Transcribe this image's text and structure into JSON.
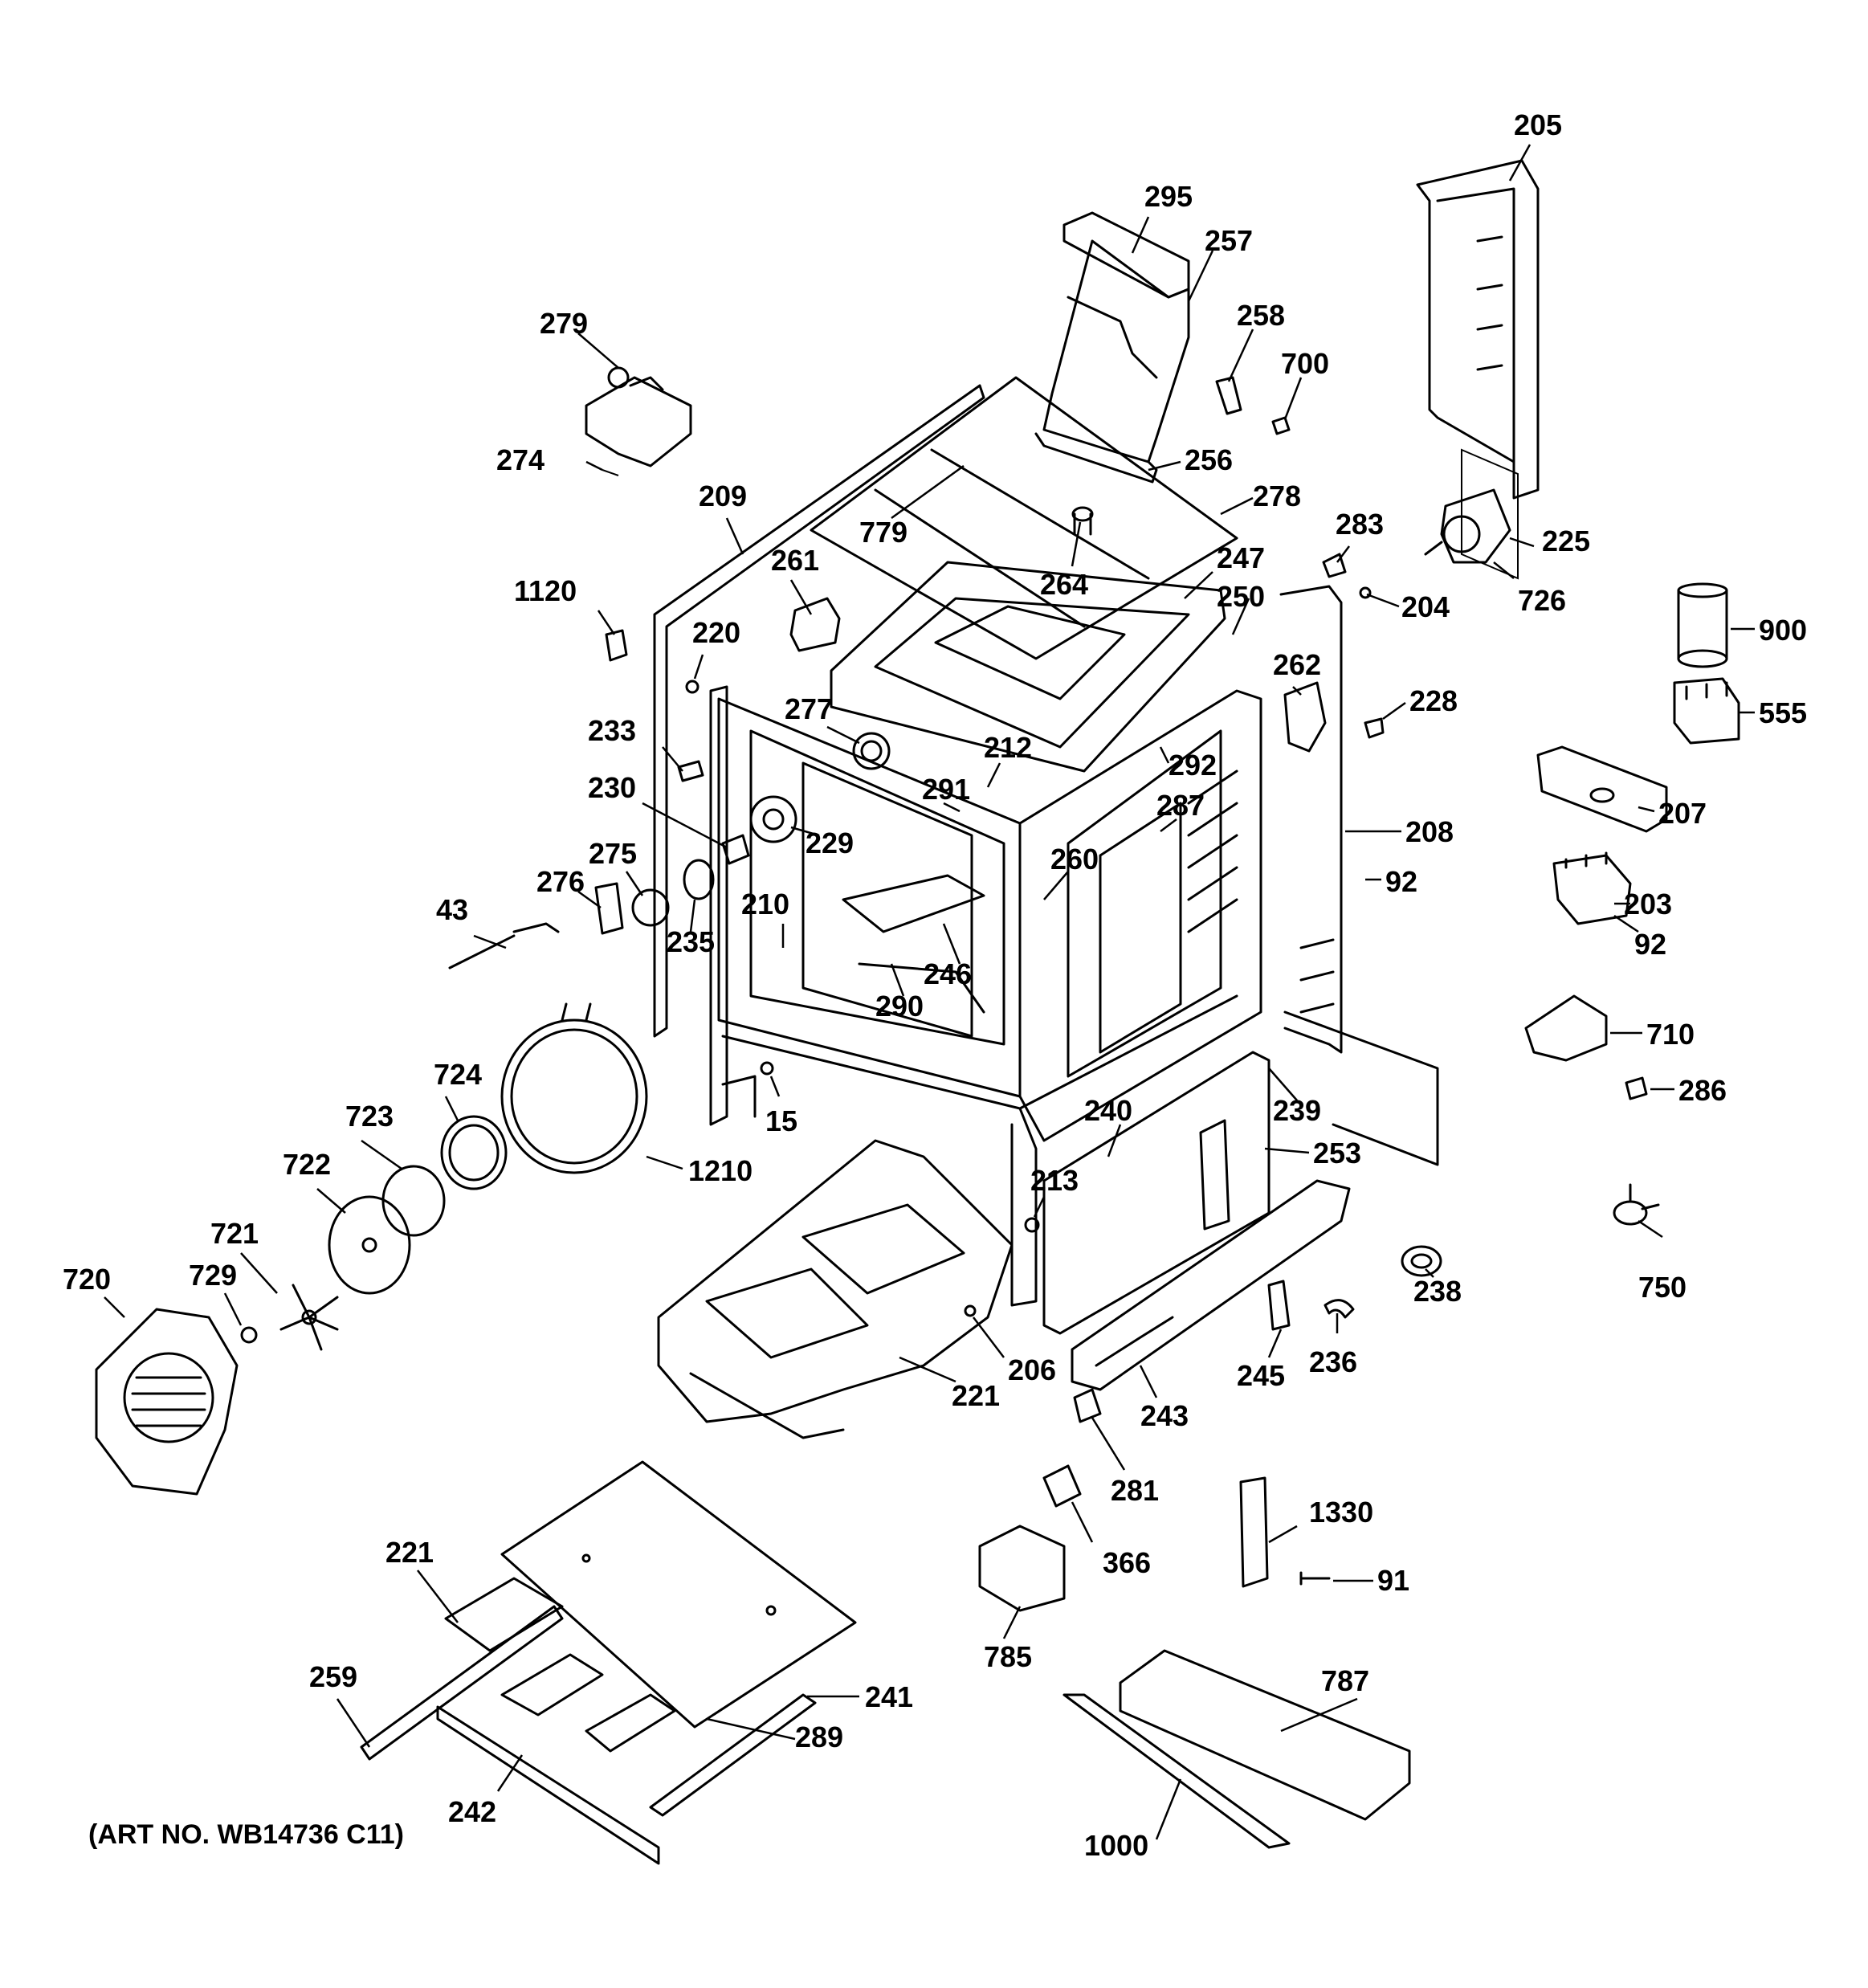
{
  "diagram": {
    "art_number": "(ART NO. WB14736 C11)",
    "callouts": [
      {
        "id": "c205",
        "label": "205"
      },
      {
        "id": "c295",
        "label": "295"
      },
      {
        "id": "c257",
        "label": "257"
      },
      {
        "id": "c258",
        "label": "258"
      },
      {
        "id": "c700",
        "label": "700"
      },
      {
        "id": "c279",
        "label": "279"
      },
      {
        "id": "c274",
        "label": "274"
      },
      {
        "id": "c209",
        "label": "209"
      },
      {
        "id": "c256",
        "label": "256"
      },
      {
        "id": "c278",
        "label": "278"
      },
      {
        "id": "c779",
        "label": "779"
      },
      {
        "id": "c264",
        "label": "264"
      },
      {
        "id": "c283",
        "label": "283"
      },
      {
        "id": "c225",
        "label": "225"
      },
      {
        "id": "c261",
        "label": "261"
      },
      {
        "id": "c247",
        "label": "247"
      },
      {
        "id": "c250",
        "label": "250"
      },
      {
        "id": "c204",
        "label": "204"
      },
      {
        "id": "c726",
        "label": "726"
      },
      {
        "id": "c900",
        "label": "900"
      },
      {
        "id": "c1120",
        "label": "1120"
      },
      {
        "id": "c220",
        "label": "220"
      },
      {
        "id": "c262",
        "label": "262"
      },
      {
        "id": "c228",
        "label": "228"
      },
      {
        "id": "c555",
        "label": "555"
      },
      {
        "id": "c277",
        "label": "277"
      },
      {
        "id": "c212",
        "label": "212"
      },
      {
        "id": "c292",
        "label": "292"
      },
      {
        "id": "c233",
        "label": "233"
      },
      {
        "id": "c291",
        "label": "291"
      },
      {
        "id": "c287",
        "label": "287"
      },
      {
        "id": "c207",
        "label": "207"
      },
      {
        "id": "c230",
        "label": "230"
      },
      {
        "id": "c229",
        "label": "229"
      },
      {
        "id": "c208",
        "label": "208"
      },
      {
        "id": "c260",
        "label": "260"
      },
      {
        "id": "c275",
        "label": "275"
      },
      {
        "id": "c276",
        "label": "276"
      },
      {
        "id": "c92a",
        "label": "92"
      },
      {
        "id": "c43",
        "label": "43"
      },
      {
        "id": "c210",
        "label": "210"
      },
      {
        "id": "c203",
        "label": "203"
      },
      {
        "id": "c235",
        "label": "235"
      },
      {
        "id": "c246",
        "label": "246"
      },
      {
        "id": "c92b",
        "label": "92"
      },
      {
        "id": "c290",
        "label": "290"
      },
      {
        "id": "c710",
        "label": "710"
      },
      {
        "id": "c724",
        "label": "724"
      },
      {
        "id": "c286",
        "label": "286"
      },
      {
        "id": "c723",
        "label": "723"
      },
      {
        "id": "c15",
        "label": "15"
      },
      {
        "id": "c240",
        "label": "240"
      },
      {
        "id": "c239",
        "label": "239"
      },
      {
        "id": "c722",
        "label": "722"
      },
      {
        "id": "c253",
        "label": "253"
      },
      {
        "id": "c1210",
        "label": "1210"
      },
      {
        "id": "c213",
        "label": "213"
      },
      {
        "id": "c721",
        "label": "721"
      },
      {
        "id": "c720",
        "label": "720"
      },
      {
        "id": "c729",
        "label": "729"
      },
      {
        "id": "c750",
        "label": "750"
      },
      {
        "id": "c238",
        "label": "238"
      },
      {
        "id": "c206",
        "label": "206"
      },
      {
        "id": "c236",
        "label": "236"
      },
      {
        "id": "c245",
        "label": "245"
      },
      {
        "id": "c221a",
        "label": "221"
      },
      {
        "id": "c243",
        "label": "243"
      },
      {
        "id": "c281",
        "label": "281"
      },
      {
        "id": "c1330",
        "label": "1330"
      },
      {
        "id": "c366",
        "label": "366"
      },
      {
        "id": "c221b",
        "label": "221"
      },
      {
        "id": "c91",
        "label": "91"
      },
      {
        "id": "c785",
        "label": "785"
      },
      {
        "id": "c259",
        "label": "259"
      },
      {
        "id": "c241",
        "label": "241"
      },
      {
        "id": "c787",
        "label": "787"
      },
      {
        "id": "c289",
        "label": "289"
      },
      {
        "id": "c242",
        "label": "242"
      },
      {
        "id": "c1000",
        "label": "1000"
      }
    ]
  }
}
